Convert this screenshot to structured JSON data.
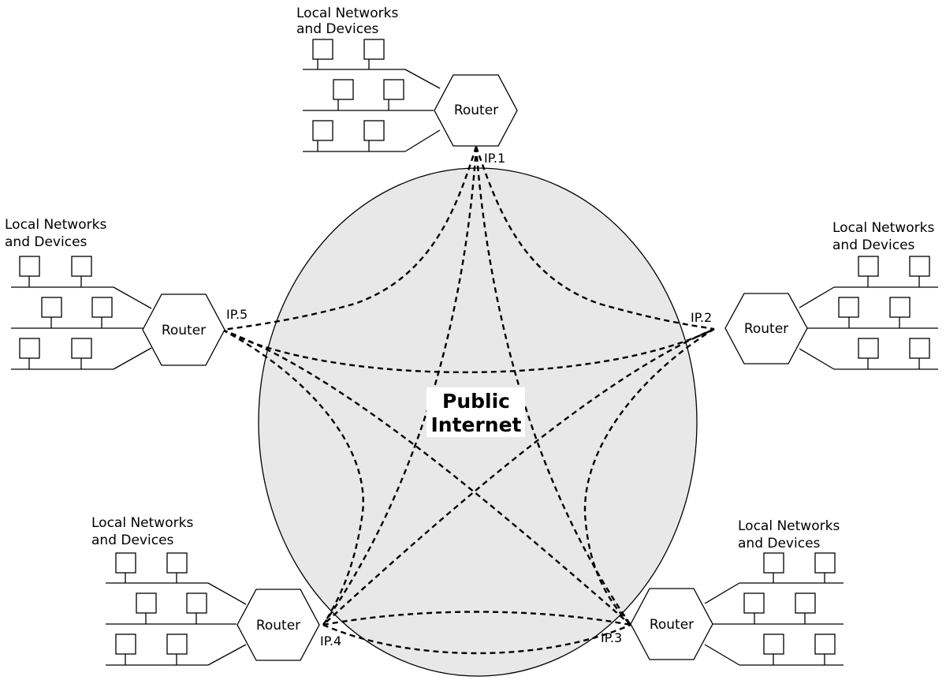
{
  "center": {
    "line1": "Public",
    "line2": "Internet"
  },
  "colors": {
    "cloud_fill": "#e8e8e8",
    "stroke": "#000000"
  },
  "sites": [
    {
      "id": "top",
      "router_label": "Router",
      "ip_label": "IP.1",
      "net_line1": "Local Networks",
      "net_line2": "and Devices"
    },
    {
      "id": "right",
      "router_label": "Router",
      "ip_label": "IP.2",
      "net_line1": "Local Networks",
      "net_line2": "and Devices"
    },
    {
      "id": "bottom-right",
      "router_label": "Router",
      "ip_label": "IP.3",
      "net_line1": "Local Networks",
      "net_line2": "and Devices"
    },
    {
      "id": "bottom-left",
      "router_label": "Router",
      "ip_label": "IP.4",
      "net_line1": "Local Networks",
      "net_line2": "and Devices"
    },
    {
      "id": "left",
      "router_label": "Router",
      "ip_label": "IP.5",
      "net_line1": "Local Networks",
      "net_line2": "and Devices"
    }
  ]
}
